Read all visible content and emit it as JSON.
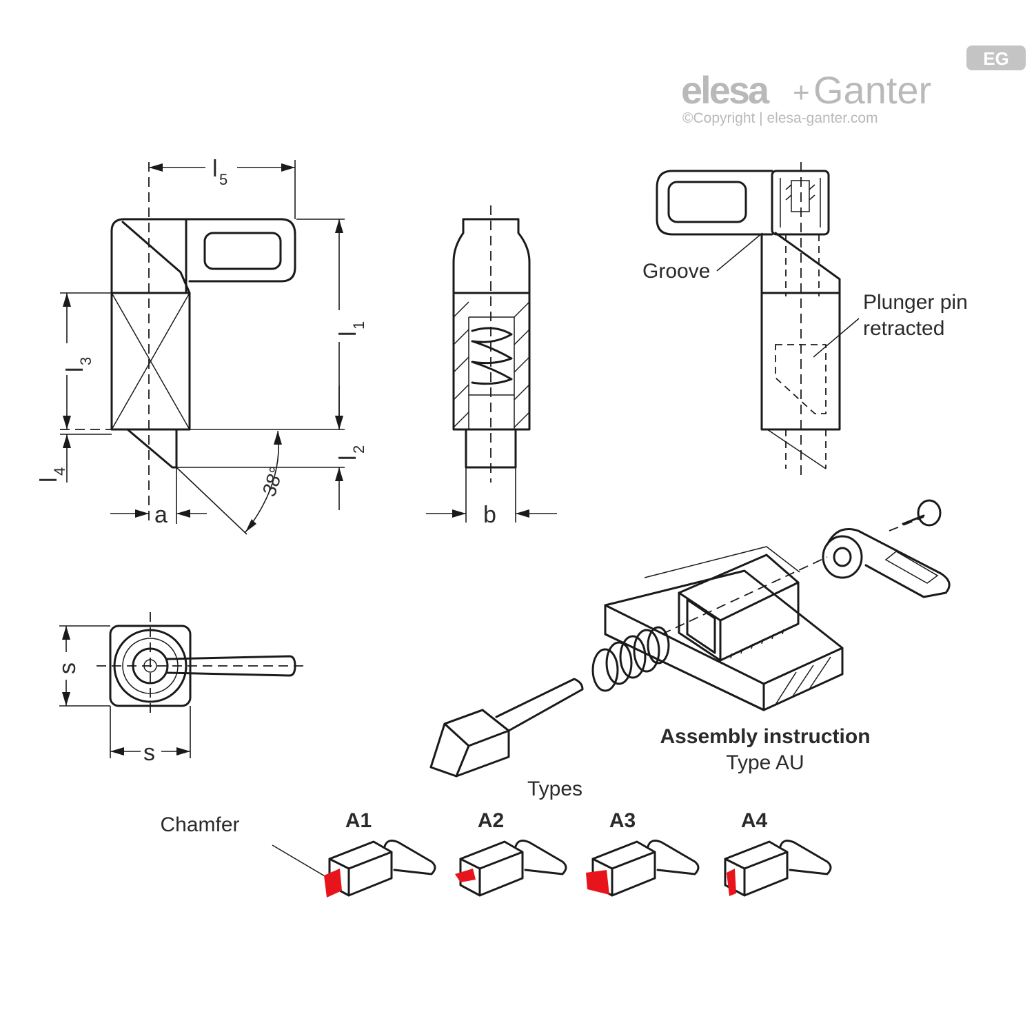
{
  "logo": {
    "brand_left": "elesa",
    "brand_plus": "+",
    "brand_right": "Ganter",
    "copyright": "©Copyright | elesa-ganter.com",
    "badge": "EG"
  },
  "dimensions": {
    "l5": "l",
    "l5_sub": "5",
    "l1": "l",
    "l1_sub": "1",
    "l3": "l",
    "l3_sub": "3",
    "l4": "l",
    "l4_sub": "4",
    "l2": "l",
    "l2_sub": "2",
    "angle": "38°",
    "a": "a",
    "b": "b",
    "s_vertical": "s",
    "s_horizontal": "s"
  },
  "labels": {
    "groove": "Groove",
    "plunger_line1": "Plunger pin",
    "plunger_line2": "retracted",
    "assembly_title": "Assembly instruction",
    "assembly_type": "Type AU",
    "types_heading": "Types",
    "chamfer": "Chamfer"
  },
  "types": [
    "A1",
    "A2",
    "A3",
    "A4"
  ],
  "colors": {
    "chamfer_highlight": "#e8141b",
    "line": "#1a1a1a",
    "logo_grey": "#b9b9b9"
  }
}
